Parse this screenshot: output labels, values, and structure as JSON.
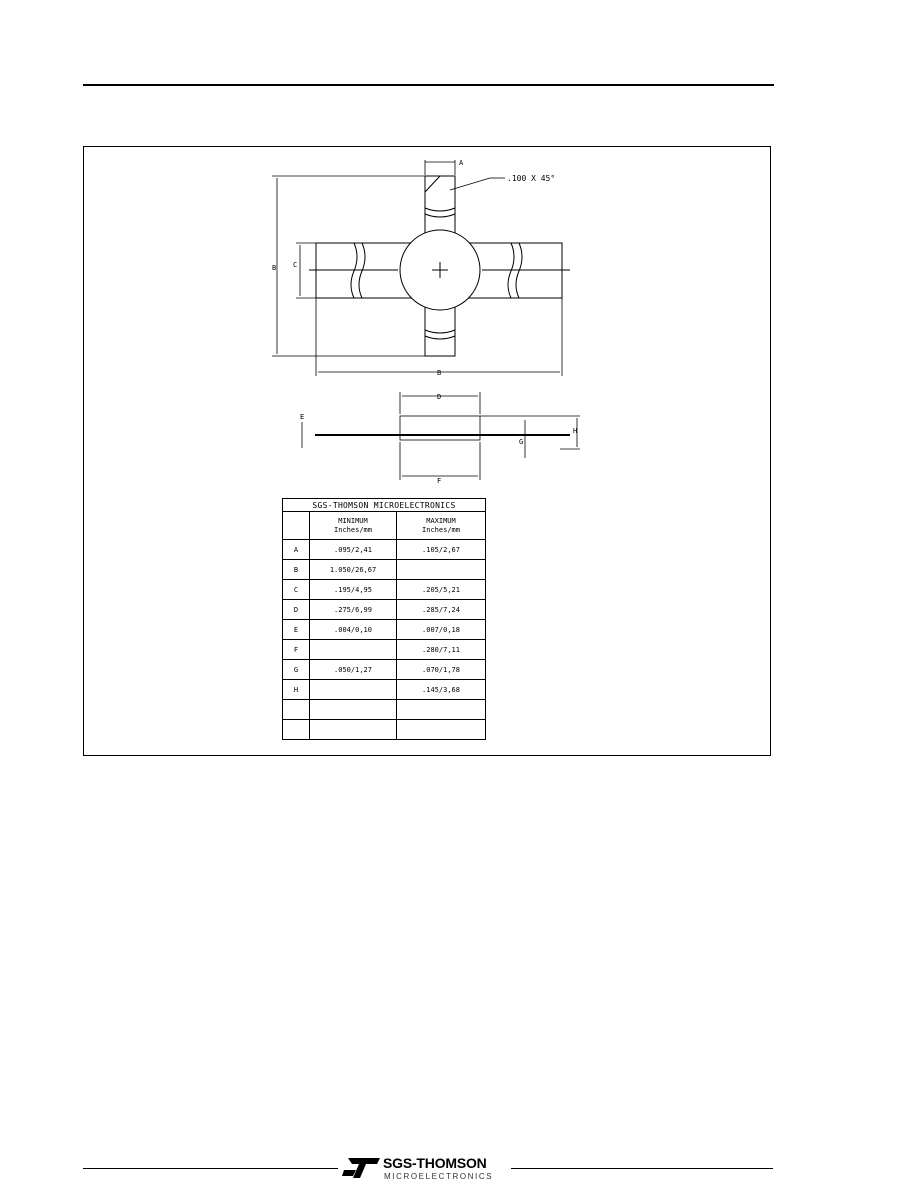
{
  "drawing": {
    "chamfer_note": ".100 X 45°",
    "dim_labels": {
      "A": "A",
      "B_vertical": "B",
      "B_horizontal": "B",
      "C": "C",
      "D": "D",
      "E": "E",
      "F": "F",
      "G": "G",
      "H": "H"
    }
  },
  "table": {
    "title": "SGS-THOMSON MICROELECTRONICS",
    "col_min": [
      "MINIMUM",
      "Inches/mm"
    ],
    "col_max": [
      "MAXIMUM",
      "Inches/mm"
    ],
    "rows": [
      {
        "letter": "A",
        "min": ".095/2,41",
        "max": ".105/2,67"
      },
      {
        "letter": "B",
        "min": "1.050/26,67",
        "max": ""
      },
      {
        "letter": "C",
        "min": ".195/4,95",
        "max": ".205/5,21"
      },
      {
        "letter": "D",
        "min": ".275/6,99",
        "max": ".285/7,24"
      },
      {
        "letter": "E",
        "min": ".004/0,10",
        "max": ".007/0,18"
      },
      {
        "letter": "F",
        "min": "",
        "max": ".280/7,11"
      },
      {
        "letter": "G",
        "min": ".050/1,27",
        "max": ".070/1,78"
      },
      {
        "letter": "H",
        "min": "",
        "max": ".145/3,68"
      },
      {
        "letter": "",
        "min": "",
        "max": ""
      },
      {
        "letter": "",
        "min": "",
        "max": ""
      }
    ]
  },
  "footer": {
    "brand": "SGS-THOMSON",
    "subtitle": "MICROELECTRONICS"
  }
}
